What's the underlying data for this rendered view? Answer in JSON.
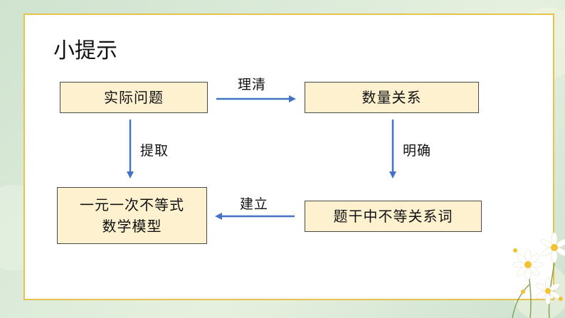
{
  "title": "小提示",
  "boxes": {
    "actual_problem": "实际问题",
    "quantity_relation": "数量关系",
    "model_line1": "一元一次不等式",
    "model_line2": "数学模型",
    "keywords": "题干中不等关系词"
  },
  "arrow_labels": {
    "clarify": "理清",
    "extract": "提取",
    "specify": "明确",
    "establish": "建立"
  },
  "colors": {
    "border_gold": "#e6c34a",
    "box_fill": "#fdf1cf",
    "arrow_blue": "#4472c4"
  }
}
